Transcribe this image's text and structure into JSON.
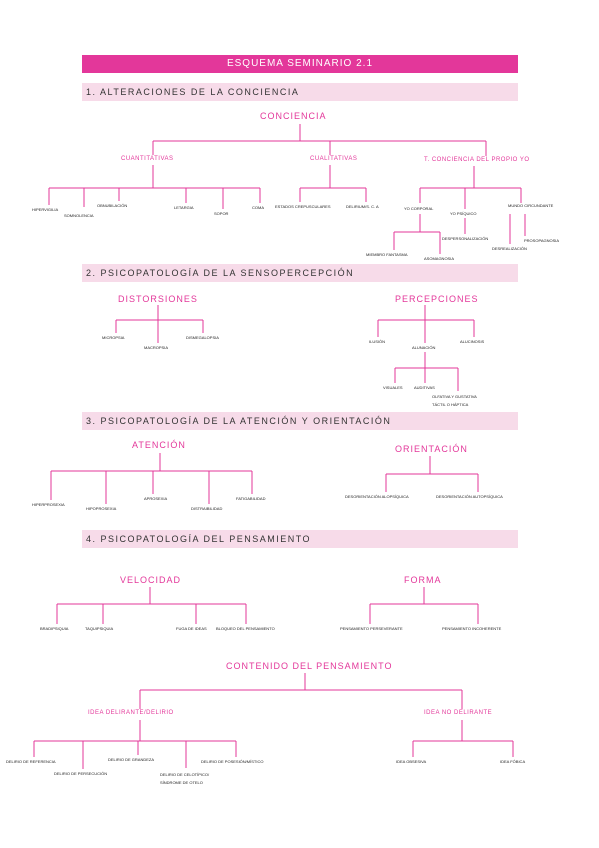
{
  "title": "ESQUEMA SEMINARIO 2.1",
  "sections": [
    {
      "label": "1.  ALTERACIONES DE LA CONCIENCIA"
    },
    {
      "label": "2.  PSICOPATOLOGÍA DE LA SENSOPERCEPCIÓN"
    },
    {
      "label": "3.  PSICOPATOLOGÍA DE LA ATENCIÓN Y ORIENTACIÓN"
    },
    {
      "label": "4.  PSICOPATOLOGÍA DEL PENSAMIENTO"
    }
  ],
  "conciencia": {
    "root": "CONCIENCIA",
    "cuantitativas": {
      "label": "CUANTITATIVAS",
      "items": [
        "HIPERVIGILIA",
        "SOMNOLENCIA",
        "OBNUBILACIÓN",
        "LETARGIA",
        "SOPOR",
        "COMA"
      ]
    },
    "cualitativas": {
      "label": "CUALITATIVAS",
      "items": [
        "ESTADOS CREPUSCULARES",
        "DELIRIUM/S. C. A"
      ]
    },
    "propio": {
      "label": "T. CONCIENCIA DEL PROPIO YO",
      "items": [
        "YO CORPORAL",
        "YO PSÍQUICO",
        "MUNDO CIRCUNDANTE",
        "MIEMBRO FANTASMA",
        "ASOMAGNOSIA",
        "DESPERSONALIZACIÓN",
        "DESREALIZACIÓN",
        "PROSOPAGNOSIA"
      ]
    }
  },
  "sensopercepcion": {
    "distorsiones": {
      "label": "DISTORSIONES",
      "items": [
        "MICROPSIA",
        "MACROPSIA",
        "DISMEGALOPSIA"
      ]
    },
    "percepciones": {
      "label": "PERCEPCIONES",
      "items": [
        "ILUSIÓN",
        "ALUNACIÓN",
        "ALUCINOSIS",
        "VISUALES",
        "AUDITIVAS",
        "OLFATIVA Y GUSTATIVA",
        "TÁCTIL O HÁPTICA"
      ]
    }
  },
  "atencion": {
    "label": "ATENCIÓN",
    "items": [
      "HIPERPROSEXIA",
      "HIPOPROSEXIA",
      "APROSEXIA",
      "DISTRAIBILIDAD",
      "FATIGABILIDAD"
    ]
  },
  "orientacion": {
    "label": "ORIENTACIÓN",
    "items": [
      "DESORIENTACIÓN ALOPSÍQUICA",
      "DESORIENTACIÓN AUTOPSÍQUICA"
    ]
  },
  "velocidad": {
    "label": "VELOCIDAD",
    "items": [
      "BRADIPSIQUIA",
      "TAQUIPSIQUIA",
      "FUGA DE IDEAS",
      "BLOQUEO DEL PENSAMIENTO"
    ]
  },
  "forma": {
    "label": "FORMA",
    "items": [
      "PENSAMIENTO PERSEVERANTE",
      "PENSAMIENTO INCOHERENTE"
    ]
  },
  "contenido": {
    "root": "CONTENIDO DEL PENSAMIENTO",
    "delirante": {
      "label": "IDEA DELIRANTE/DELIRIO",
      "items": [
        "DELIRIO DE REFERENCIA",
        "DELIRIO DE PERSECUCIÓN",
        "DELIRIO DE GRANDEZA",
        "DELIRIO DE CELOTÍPICO/",
        "SÍNDROME DE OTELO",
        "DELIRIO DE POSESIÓN/MÍSTICO"
      ]
    },
    "no_delirante": {
      "label": "IDEA NO DELIRANTE",
      "items": [
        "IDEA OBSESIVA",
        "IDEA FÓBICA"
      ]
    }
  }
}
